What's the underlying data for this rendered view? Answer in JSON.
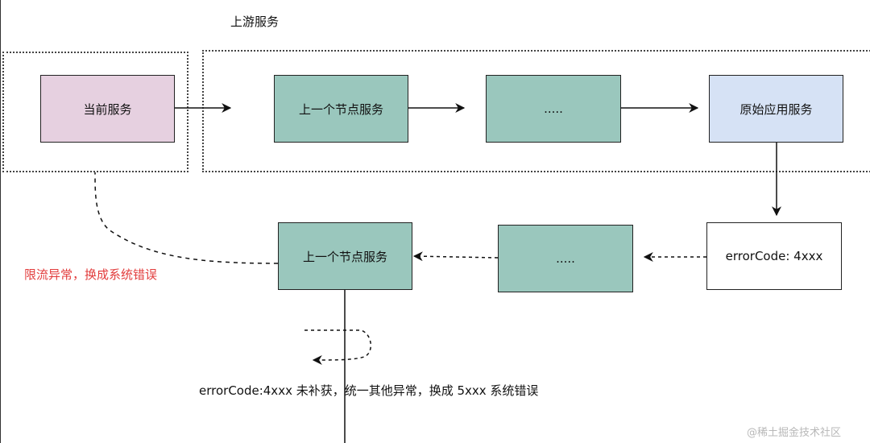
{
  "upstream_label": "上游服务",
  "nodes": {
    "current_service": "当前服务",
    "prev_node_top": "上一个节点服务",
    "ellipsis_top": ".....",
    "origin_service": "原始应用服务",
    "error_code_box": "errorCode: 4xxx",
    "ellipsis_bottom": ".....",
    "prev_node_bottom": "上一个节点服务"
  },
  "notes": {
    "rate_limit": "限流异常，换成系统错误",
    "uncaught": "errorCode:4xxx 未补获，统一其他异常，换成 5xxx 系统错误"
  },
  "watermark": "@稀土掘金技术社区",
  "colors": {
    "current_service_fill": "#e6d0e0",
    "green_fill": "#9ac7bd",
    "origin_fill": "#d6e2f5",
    "note_red": "#e23c3c"
  }
}
